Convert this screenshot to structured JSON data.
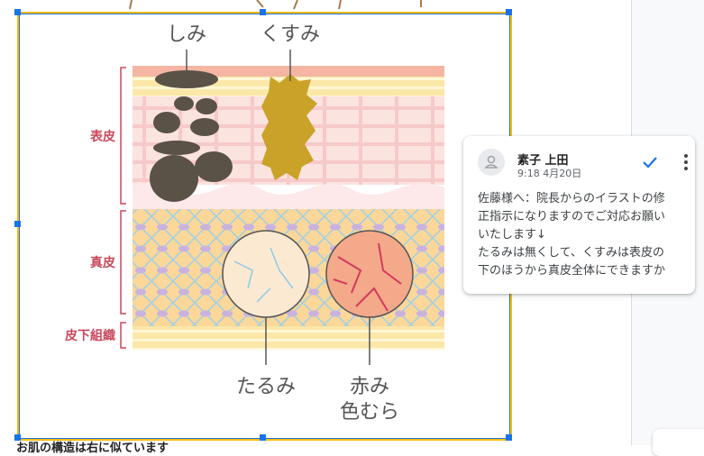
{
  "illustration": {
    "labels": {
      "shimi": "しみ",
      "kusumi": "くすみ",
      "epidermis": "表皮",
      "dermis": "真皮",
      "subcutis": "皮下組織",
      "tarumi": "たるみ",
      "akami1": "赤み",
      "akami2": "色むら"
    },
    "colors": {
      "label_red": "#c9485b",
      "text_gray": "#555555"
    }
  },
  "comment": {
    "author": "素子 上田",
    "time": "9:18 4月20日",
    "lines": [
      "佐藤様へ：院長からのイラストの修",
      "正指示になりますのでご対応お願い",
      "いたします↓",
      "たるみは無くして、くすみは表皮の",
      "下のほうから真皮全体にできますか"
    ]
  },
  "document": {
    "caption": "お肌の構造は右に似ています"
  },
  "colors": {
    "selection": "#1a73e8",
    "border": "#fbbc04"
  }
}
